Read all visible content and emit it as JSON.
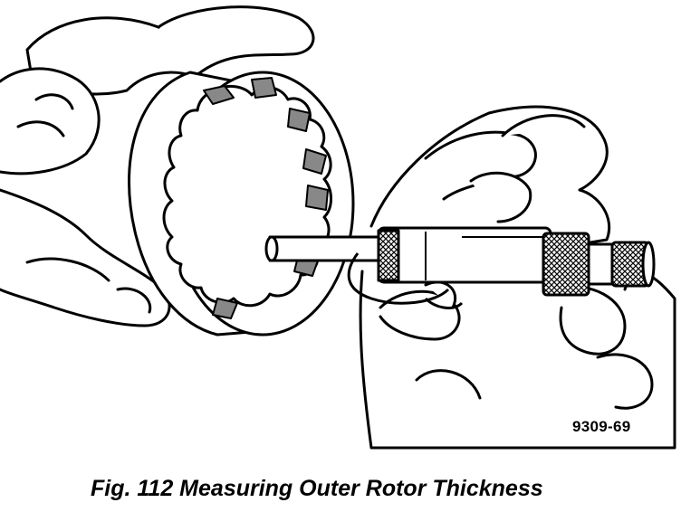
{
  "figure": {
    "caption": "Fig. 112 Measuring Outer Rotor Thickness",
    "reference_number": "9309-69"
  },
  "illustration": {
    "subject": "outer-rotor",
    "tool": "micrometer"
  }
}
